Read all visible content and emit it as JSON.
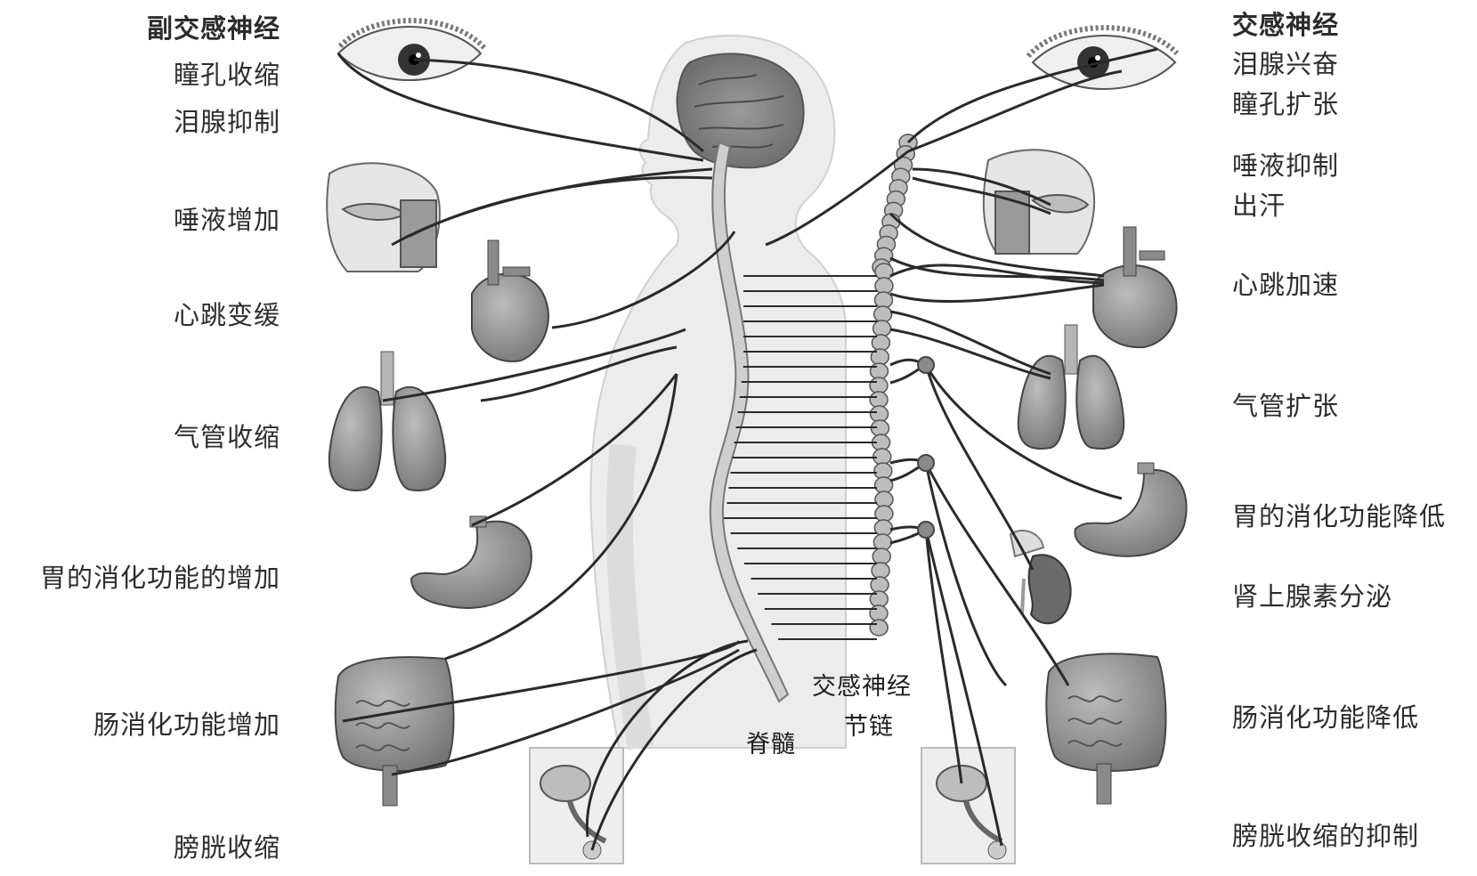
{
  "parasympathetic": {
    "title": "副交感神经",
    "effects": [
      "瞳孔收缩",
      "泪腺抑制",
      "唾液增加",
      "心跳变缓",
      "气管收缩",
      "胃的消化功能的增加",
      "肠消化功能增加",
      "膀胱收缩"
    ]
  },
  "sympathetic": {
    "title": "交感神经",
    "effects": [
      "泪腺兴奋",
      "瞳孔扩张",
      "唾液抑制",
      "出汗",
      "心跳加速",
      "气管扩张",
      "胃的消化功能降低",
      "肾上腺素分泌",
      "肠消化功能降低",
      "膀胱收缩的抑制"
    ]
  },
  "center_labels": {
    "chain_line1": "交感神经",
    "chain_line2": "节链",
    "spinal_cord": "脊髓"
  },
  "organs_left": [
    "eye-icon",
    "mouth-icon",
    "heart-icon",
    "lungs-icon",
    "stomach-icon",
    "intestine-icon",
    "bladder-icon"
  ],
  "organs_right": [
    "eye-icon",
    "mouth-icon",
    "heart-icon",
    "lungs-icon",
    "stomach-icon",
    "kidney-icon",
    "intestine-icon",
    "bladder-icon"
  ],
  "colors": {
    "nerve": "#2a2a2a",
    "organ_fill": "#8f8f8f",
    "body_fill": "#e9e9e9",
    "spine_fill": "#cfcfcf"
  }
}
